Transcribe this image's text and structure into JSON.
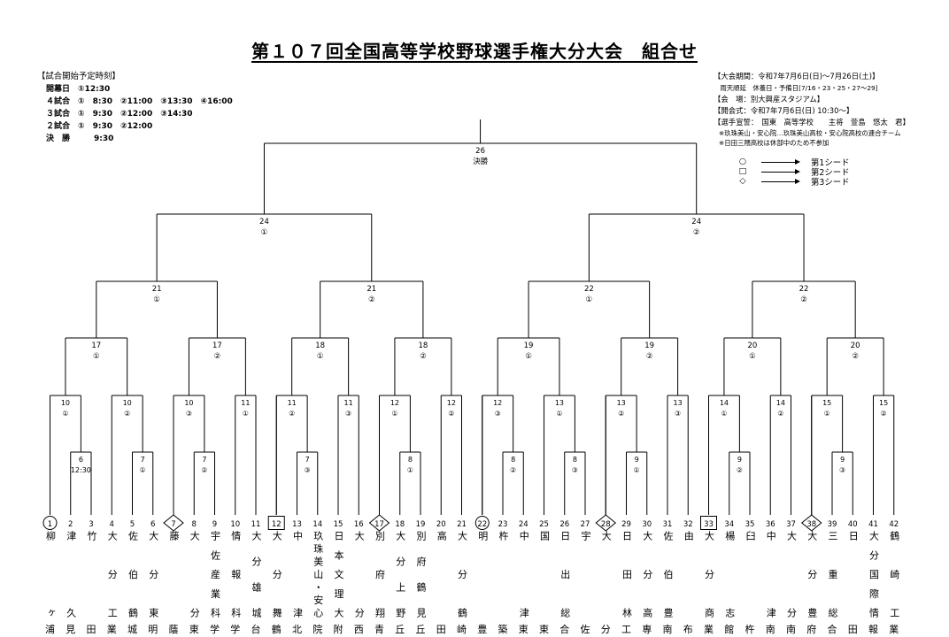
{
  "title": "第１０７回全国高等学校野球選手権大分大会　組合せ",
  "schedule": {
    "heading": "【試合開始予定時刻】",
    "lines": [
      "開幕日　①12:30",
      "４試合　①　8:30　②11:00　③13:30　④16:00",
      "３試合　①　9:30　②12:00　③14:30",
      "２試合　①　9:30　②12:00",
      "決　勝　　　9:30"
    ]
  },
  "event_info": {
    "lines": [
      "【大会期間：令和7年7月6日(日)～7月26日(土)】",
      "　雨天順延　休養日・予備日[7/16・23・25・27～29]",
      "【会　場：別大興産スタジアム】",
      "【開会式：令和7年7月6日(日) 10:30～】",
      "【選手宣誓：　国東　高等学校　　主将　萱島　悠太　君】"
    ],
    "notes": [
      "※玖珠美山・安心院…玖珠美山高校・安心院高校の連合チーム",
      "※日田三隈高校は休部中のため不参加"
    ]
  },
  "legend": [
    {
      "symbol": "○",
      "label": "第1シード"
    },
    {
      "symbol": "□",
      "label": "第2シード"
    },
    {
      "symbol": "◇",
      "label": "第3シード"
    }
  ],
  "teams": [
    {
      "no": "1",
      "name": "柳ヶ",
      "last": "浦",
      "seed": "circle"
    },
    {
      "no": "2",
      "name": "津久",
      "last": "見"
    },
    {
      "no": "3",
      "name": "竹",
      "last": "田"
    },
    {
      "no": "4",
      "name": "大分工",
      "last": "業"
    },
    {
      "no": "5",
      "name": "佐伯鶴",
      "last": "城"
    },
    {
      "no": "6",
      "name": "大分東",
      "last": "明"
    },
    {
      "no": "7",
      "name": "藤",
      "last": "蔭",
      "seed": "diamond"
    },
    {
      "no": "8",
      "name": "大分",
      "last": "東"
    },
    {
      "no": "9",
      "name": "宇佐産業科",
      "last": "学"
    },
    {
      "no": "10",
      "name": "情報科",
      "last": "学"
    },
    {
      "no": "11",
      "name": "大分雄城",
      "last": "台"
    },
    {
      "no": "12",
      "name": "大分舞",
      "last": "鶴",
      "seed": "square"
    },
    {
      "no": "13",
      "name": "中津",
      "last": "北"
    },
    {
      "no": "14",
      "name": "玖珠美山・安心",
      "last": "院"
    },
    {
      "no": "15",
      "name": "日本文理大",
      "last": "附"
    },
    {
      "no": "16",
      "name": "大分",
      "last": "西"
    },
    {
      "no": "17",
      "name": "別府翔",
      "last": "青",
      "seed": "diamond"
    },
    {
      "no": "18",
      "name": "大分上野",
      "last": "丘"
    },
    {
      "no": "19",
      "name": "別府鶴見",
      "last": "丘"
    },
    {
      "no": "20",
      "name": "高",
      "last": "田"
    },
    {
      "no": "21",
      "name": "大分鶴",
      "last": "崎"
    },
    {
      "no": "22",
      "name": "明",
      "last": "豊",
      "seed": "circle"
    },
    {
      "no": "23",
      "name": "杵",
      "last": "築"
    },
    {
      "no": "24",
      "name": "中津",
      "last": "東"
    },
    {
      "no": "25",
      "name": "国",
      "last": "東"
    },
    {
      "no": "26",
      "name": "日出総",
      "last": "合"
    },
    {
      "no": "27",
      "name": "宇",
      "last": "佐"
    },
    {
      "no": "28",
      "name": "大",
      "last": "分",
      "seed": "diamond"
    },
    {
      "no": "29",
      "name": "日田林",
      "last": "工"
    },
    {
      "no": "30",
      "name": "大分高",
      "last": "専"
    },
    {
      "no": "31",
      "name": "佐伯豊",
      "last": "南"
    },
    {
      "no": "32",
      "name": "由",
      "last": "布"
    },
    {
      "no": "33",
      "name": "大分商",
      "last": "業",
      "seed": "square"
    },
    {
      "no": "34",
      "name": "楊志",
      "last": "館"
    },
    {
      "no": "35",
      "name": "臼",
      "last": "杵"
    },
    {
      "no": "36",
      "name": "中津",
      "last": "南"
    },
    {
      "no": "37",
      "name": "大分",
      "last": "南"
    },
    {
      "no": "38",
      "name": "大分豊",
      "last": "府",
      "seed": "diamond"
    },
    {
      "no": "39",
      "name": "三重総",
      "last": "合"
    },
    {
      "no": "40",
      "name": "日",
      "last": "田"
    },
    {
      "no": "41",
      "name": "大分国際情",
      "last": "報"
    },
    {
      "no": "42",
      "name": "鶴崎工",
      "last": "業"
    }
  ],
  "rounds": {
    "first": [
      {
        "date": "6",
        "game": "12:30"
      },
      {
        "date": "7",
        "game": "①"
      },
      {
        "date": "7",
        "game": "②"
      },
      {
        "date": "7",
        "game": "③"
      },
      {
        "date": "8",
        "game": "①"
      },
      {
        "date": "8",
        "game": "②"
      },
      {
        "date": "8",
        "game": "③"
      },
      {
        "date": "9",
        "game": "①"
      },
      {
        "date": "9",
        "game": "②"
      },
      {
        "date": "9",
        "game": "③"
      }
    ],
    "second": [
      {
        "date": "10",
        "game": "①"
      },
      {
        "date": "10",
        "game": "②"
      },
      {
        "date": "10",
        "game": "③"
      },
      {
        "date": "11",
        "game": "①"
      },
      {
        "date": "11",
        "game": "②"
      },
      {
        "date": "11",
        "game": "③"
      },
      {
        "date": "12",
        "game": "①"
      },
      {
        "date": "12",
        "game": "②"
      },
      {
        "date": "12",
        "game": "③"
      },
      {
        "date": "13",
        "game": "①"
      },
      {
        "date": "13",
        "game": "②"
      },
      {
        "date": "13",
        "game": "③"
      },
      {
        "date": "14",
        "game": "①"
      },
      {
        "date": "14",
        "game": "②"
      },
      {
        "date": "15",
        "game": "①"
      },
      {
        "date": "15",
        "game": "②"
      }
    ],
    "third": [
      {
        "date": "17",
        "game": "①"
      },
      {
        "date": "17",
        "game": "②"
      },
      {
        "date": "18",
        "game": "①"
      },
      {
        "date": "18",
        "game": "②"
      },
      {
        "date": "19",
        "game": "①"
      },
      {
        "date": "19",
        "game": "②"
      },
      {
        "date": "20",
        "game": "①"
      },
      {
        "date": "20",
        "game": "②"
      }
    ],
    "quarter": [
      {
        "date": "21",
        "game": "①"
      },
      {
        "date": "21",
        "game": "②"
      },
      {
        "date": "22",
        "game": "①"
      },
      {
        "date": "22",
        "game": "②"
      }
    ],
    "semi": [
      {
        "date": "24",
        "game": "①"
      },
      {
        "date": "24",
        "game": "②"
      }
    ],
    "final": {
      "date": "26",
      "game": "決勝"
    }
  }
}
